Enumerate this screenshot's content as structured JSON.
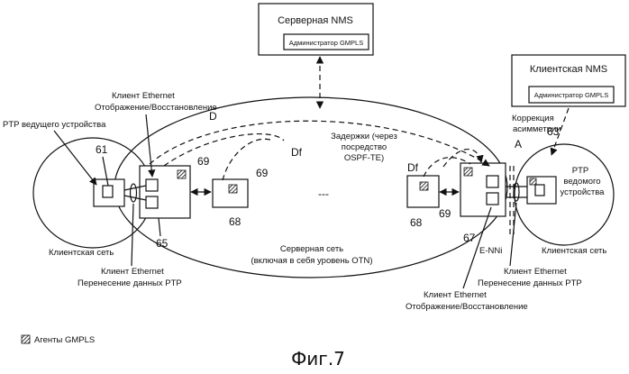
{
  "server_nms": {
    "title": "Серверная NMS",
    "admin": "Администратор GMPLS"
  },
  "client_nms": {
    "title": "Клиентская NMS",
    "admin": "Администратор GMPLS"
  },
  "labels": {
    "ptp_master": "PTP ведущего устройства",
    "client_network_left": "Клиентская сеть",
    "client_network_right": "Клиентская сеть",
    "eth_map_top_1": "Клиент Ethernet",
    "eth_map_top_2": "Отображение/Восстановление",
    "eth_transfer_left_1": "Клиент Ethernet",
    "eth_transfer_left_2": "Перенесение данных PTP",
    "server_network_1": "Серверная сеть",
    "server_network_2": "(включая в себя уровень OTN)",
    "delays_1": "Задержки (через",
    "delays_2": "посредство",
    "delays_3": "OSPF-TE)",
    "correction_1": "Коррекция",
    "correction_2": "асимметрии",
    "ptp_slave_1": "PTP",
    "ptp_slave_2": "ведомого",
    "ptp_slave_3": "устройства",
    "enni": "E-NNi",
    "eth_transfer_right_1": "Клиент Ethernet",
    "eth_transfer_right_2": "Перенесение данных PTP",
    "eth_map_bottom_1": "Клиент Ethernet",
    "eth_map_bottom_2": "Отображение/Восстановление",
    "path_d": "D",
    "path_df_1": "Df",
    "path_df_2": "Df",
    "point_a": "A",
    "ellipsis": "---"
  },
  "refs": {
    "r61": "61",
    "r65": "65",
    "r69a": "69",
    "r69b": "69",
    "r68a": "68",
    "r68b": "68",
    "r69c": "69",
    "r67": "67",
    "r63": "63"
  },
  "legend": {
    "label": "Агенты GMPLS"
  },
  "caption": "Фиг.7"
}
